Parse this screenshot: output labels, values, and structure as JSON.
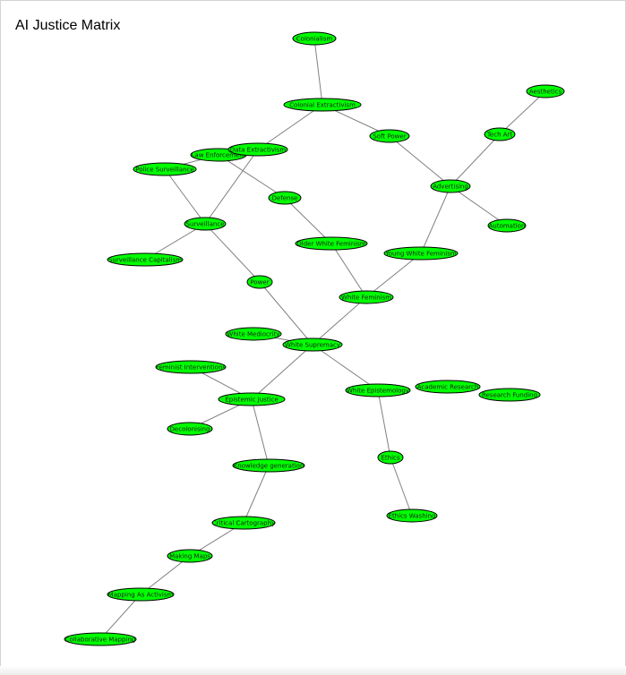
{
  "title": "AI Justice Matrix",
  "colors": {
    "node_fill": "#00ff00",
    "node_stroke": "#000000",
    "edge": "#808080",
    "background": "#ffffff"
  },
  "nodes": [
    {
      "id": "colonialism",
      "label": "Colonialism"
    },
    {
      "id": "colonial-extractivism",
      "label": "Colonial Extractivism"
    },
    {
      "id": "aesthetics",
      "label": "Aesthetics"
    },
    {
      "id": "soft-power",
      "label": "Soft Power"
    },
    {
      "id": "tech-art",
      "label": "Tech Art"
    },
    {
      "id": "law-enforcement",
      "label": "Law Enforcement"
    },
    {
      "id": "data-extractivism",
      "label": "Data Extractivism"
    },
    {
      "id": "police-surveillance",
      "label": "Police Surveillance"
    },
    {
      "id": "advertising",
      "label": "Advertising"
    },
    {
      "id": "defense",
      "label": "Defense"
    },
    {
      "id": "surveillance",
      "label": "Surveillance"
    },
    {
      "id": "automation",
      "label": "Automation"
    },
    {
      "id": "older-white-feminism",
      "label": "Older White Feminism"
    },
    {
      "id": "young-white-feminism",
      "label": "Young White Feminism"
    },
    {
      "id": "surveillance-capitalism",
      "label": "Surveillance Capitalism"
    },
    {
      "id": "power",
      "label": "Power"
    },
    {
      "id": "white-feminism",
      "label": "White Feminism"
    },
    {
      "id": "white-mediocrity",
      "label": "White Mediocrity"
    },
    {
      "id": "white-supremacy",
      "label": "White Supremacy"
    },
    {
      "id": "feminist-interventions",
      "label": "Feminist Interventions"
    },
    {
      "id": "academic-research",
      "label": "Academic Research"
    },
    {
      "id": "white-epistemology",
      "label": "White Epistemology"
    },
    {
      "id": "research-funding",
      "label": "Research Funding"
    },
    {
      "id": "epistemic-justice",
      "label": "Epistemic Justice"
    },
    {
      "id": "decolonising",
      "label": "Decolonising"
    },
    {
      "id": "ethics",
      "label": "Ethics"
    },
    {
      "id": "knowledge-generation",
      "label": "Knowledge generation"
    },
    {
      "id": "ethics-washing",
      "label": "Ethics Washing"
    },
    {
      "id": "critical-cartography",
      "label": "Critical Cartography"
    },
    {
      "id": "making-maps",
      "label": "Making Maps"
    },
    {
      "id": "mapping-as-activism",
      "label": "Mapping As Activism"
    },
    {
      "id": "collaborative-mapping",
      "label": "Collaborative Mapping"
    }
  ],
  "edges": [
    [
      "colonialism",
      "colonial-extractivism"
    ],
    [
      "colonial-extractivism",
      "data-extractivism"
    ],
    [
      "colonial-extractivism",
      "soft-power"
    ],
    [
      "soft-power",
      "advertising"
    ],
    [
      "aesthetics",
      "tech-art"
    ],
    [
      "tech-art",
      "advertising"
    ],
    [
      "advertising",
      "automation"
    ],
    [
      "advertising",
      "young-white-feminism"
    ],
    [
      "law-enforcement",
      "data-extractivism"
    ],
    [
      "law-enforcement",
      "police-surveillance"
    ],
    [
      "law-enforcement",
      "defense"
    ],
    [
      "data-extractivism",
      "surveillance"
    ],
    [
      "police-surveillance",
      "surveillance"
    ],
    [
      "surveillance",
      "surveillance-capitalism"
    ],
    [
      "surveillance",
      "power"
    ],
    [
      "defense",
      "older-white-feminism"
    ],
    [
      "older-white-feminism",
      "white-feminism"
    ],
    [
      "young-white-feminism",
      "white-feminism"
    ],
    [
      "white-feminism",
      "white-supremacy"
    ],
    [
      "power",
      "white-supremacy"
    ],
    [
      "white-mediocrity",
      "white-supremacy"
    ],
    [
      "white-supremacy",
      "epistemic-justice"
    ],
    [
      "white-supremacy",
      "white-epistemology"
    ],
    [
      "white-epistemology",
      "ethics"
    ],
    [
      "ethics",
      "ethics-washing"
    ],
    [
      "feminist-interventions",
      "epistemic-justice"
    ],
    [
      "epistemic-justice",
      "decolonising"
    ],
    [
      "epistemic-justice",
      "knowledge-generation"
    ],
    [
      "knowledge-generation",
      "critical-cartography"
    ],
    [
      "critical-cartography",
      "making-maps"
    ],
    [
      "making-maps",
      "mapping-as-activism"
    ],
    [
      "mapping-as-activism",
      "collaborative-mapping"
    ]
  ]
}
